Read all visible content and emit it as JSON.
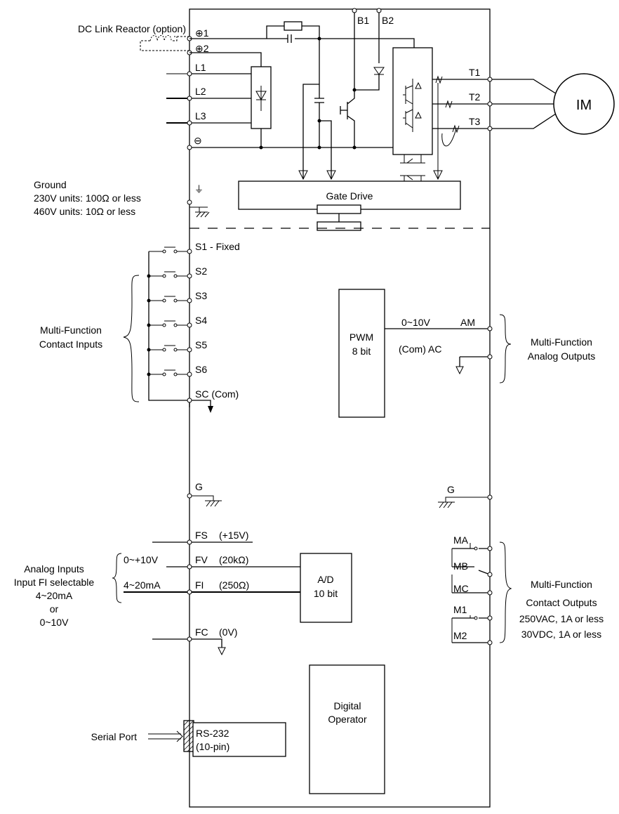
{
  "power": {
    "dc_link": "DC Link Reactor (option)",
    "plus1": "⊕1",
    "plus2": "⊕2",
    "minus": "⊖",
    "L1": "L1",
    "L2": "L2",
    "L3": "L3",
    "B1": "B1",
    "B2": "B2",
    "T1": "T1",
    "T2": "T2",
    "T3": "T3",
    "motor": "IM",
    "gate_drive": "Gate Drive"
  },
  "ground": {
    "title": "Ground",
    "line1": "230V units: 100Ω or less",
    "line2": "460V units: 10Ω or less"
  },
  "inputs": {
    "group_line1": "Multi-Function",
    "group_line2": "Contact Inputs",
    "terminals": [
      "S1 - Fixed",
      "S2",
      "S3",
      "S4",
      "S5",
      "S6",
      "SC (Com)"
    ]
  },
  "pwm": {
    "line1": "PWM",
    "line2": "8 bit",
    "range": "0~10V",
    "am": "AM",
    "ac": "(Com) AC"
  },
  "analog_outputs": {
    "line1": "Multi-Function",
    "line2": "Analog Outputs"
  },
  "g_left": "G",
  "g_right": "G",
  "analog_inputs": {
    "fs": "FS",
    "fs_val": "(+15V)",
    "fv": "FV",
    "fv_val": "(20kΩ)",
    "fi": "FI",
    "fi_val": "(250Ω)",
    "fc": "FC",
    "fc_val": "(0V)",
    "volt_range": "0~+10V",
    "ma_range": "4~20mA",
    "label_line1": "Analog Inputs",
    "label_line2": "Input FI selectable",
    "label_line3": "4~20mA",
    "label_line4": "or",
    "label_line5": "0~10V"
  },
  "ad": {
    "line1": "A/D",
    "line2": "10 bit"
  },
  "contact_outputs": {
    "terminals": [
      "MA",
      "MB",
      "MC",
      "M1",
      "M2"
    ],
    "line1": "Multi-Function",
    "line2": "Contact Outputs",
    "line3": "250VAC, 1A or less",
    "line4": "30VDC, 1A or less"
  },
  "digital_operator": {
    "line1": "Digital",
    "line2": "Operator"
  },
  "serial": {
    "label": "Serial Port",
    "rs_line1": "RS-232",
    "rs_line2": "(10-pin)"
  }
}
